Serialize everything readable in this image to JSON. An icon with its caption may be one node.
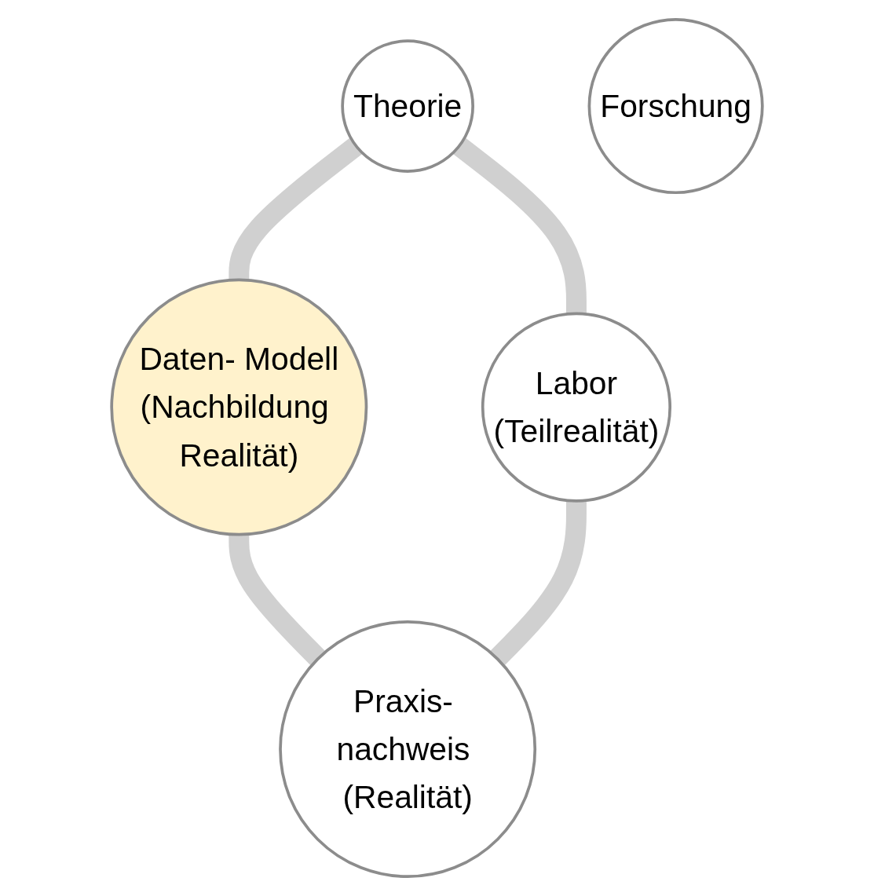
{
  "diagram": {
    "nodes": [
      {
        "text": [
          "Theorie"
        ]
      },
      {
        "text": [
          "Daten- Modell",
          "(Nachbildung Realität)"
        ]
      },
      {
        "text": [
          "Forschung"
        ]
      },
      {
        "text": [
          "Labor",
          "(Teilrealität)"
        ]
      },
      {
        "text": [
          "Praxis- nachweis (Realität)"
        ]
      }
    ],
    "edges": [
      {
        "from": 0,
        "to": 1,
        "arrow": "none",
        "color": "#d0d0d0"
      },
      {
        "from": 0,
        "to": 3,
        "arrow": "none",
        "color": "#d0d0d0"
      },
      {
        "from": 1,
        "to": 4,
        "arrow": "none",
        "color": "#d0d0d0"
      },
      {
        "from": 3,
        "to": 4,
        "arrow": "none",
        "color": "#d0d0d0"
      }
    ]
  }
}
